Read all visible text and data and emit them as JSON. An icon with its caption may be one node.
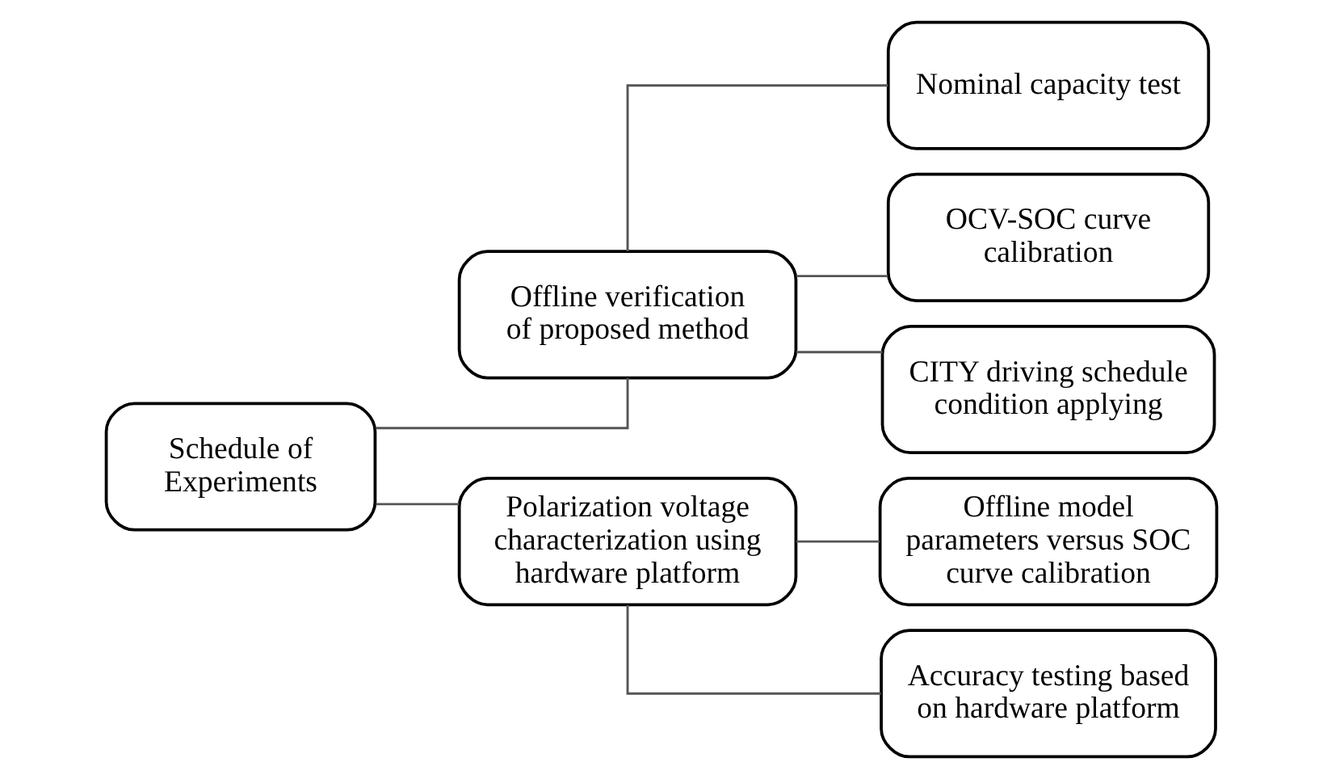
{
  "diagram": {
    "nodes": [
      {
        "text": [
          "Schedule of Experiments"
        ]
      },
      {
        "text": [
          "Offline verification of proposed method"
        ]
      },
      {
        "text": [
          "Nominal capacity test"
        ]
      },
      {
        "text": [
          "OCV-SOC curve calibration"
        ]
      },
      {
        "text": [
          "CITY driving schedule condition applying"
        ]
      },
      {
        "text": [
          "Polarization voltage characterization using hardware platform"
        ]
      },
      {
        "text": [
          "Offline model parameters versus SOC curve calibration"
        ]
      },
      {
        "text": [
          "Accuracy testing based on hardware platform"
        ]
      }
    ],
    "edges": [
      {
        "from": 0,
        "to": 1,
        "arrow": "none"
      },
      {
        "from": 0,
        "to": 5,
        "arrow": "none"
      },
      {
        "from": 1,
        "to": 2,
        "arrow": "none"
      },
      {
        "from": 1,
        "to": 3,
        "arrow": "none"
      },
      {
        "from": 1,
        "to": 4,
        "arrow": "none"
      },
      {
        "from": 5,
        "to": 6,
        "arrow": "none"
      },
      {
        "from": 5,
        "to": 7,
        "arrow": "none"
      }
    ]
  }
}
